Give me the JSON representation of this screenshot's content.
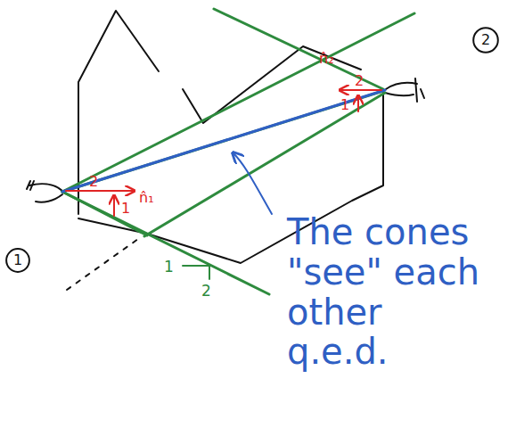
{
  "diagram": {
    "nodes": [
      {
        "text": [
          "1"
        ]
      },
      {
        "text": [
          "2"
        ]
      }
    ],
    "labels": [
      "2",
      "1",
      "n̂₁",
      "2",
      "1",
      "n̂₂",
      "1",
      "2",
      "The cones \"see\" each other q.e.d."
    ]
  }
}
